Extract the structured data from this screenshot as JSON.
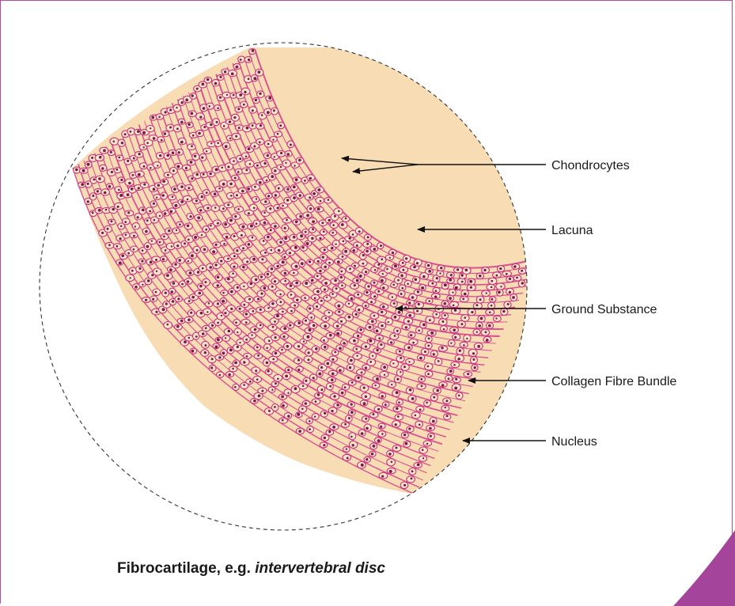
{
  "labels": {
    "chondrocytes": "Chondrocytes",
    "lacuna": "Lacuna",
    "ground_substance": "Ground Substance",
    "collagen_fibre_bundle": "Collagen Fibre Bundle",
    "nucleus": "Nucleus"
  },
  "caption": {
    "main": "Fibrocartilage, e.g.",
    "example": "intervertebral disc"
  },
  "colors": {
    "background": "#ffffff",
    "frame": "#b24aa0",
    "corner_accent": "#a4459b",
    "tissue_ground": "#f8dcb4",
    "fibre": "#d23a8c",
    "cell": "#c8307e",
    "nucleus": "#7a1a4a",
    "leader": "#111111"
  },
  "icons": [
    "arrow-head-icon"
  ]
}
